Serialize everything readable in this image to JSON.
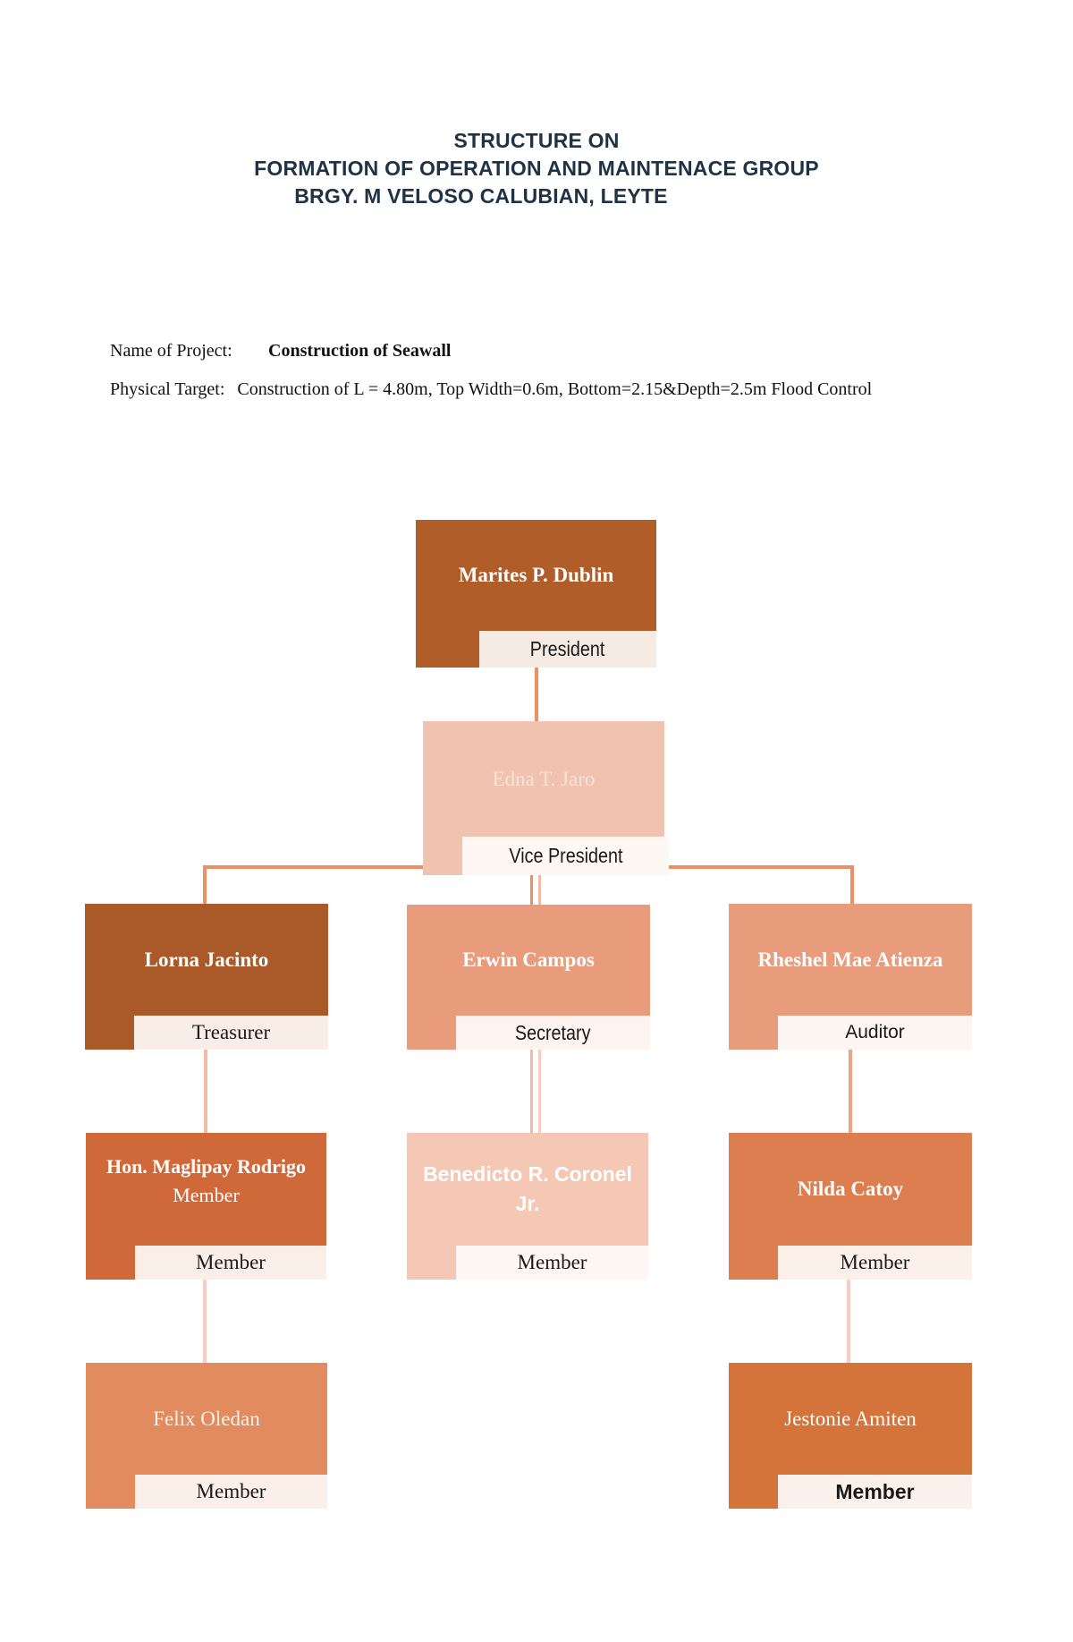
{
  "document": {
    "title_lines": [
      "STRUCTURE ON",
      "FORMATION OF OPERATION AND MAINTENACE GROUP",
      "BRGY. M VELOSO CALUBIAN, LEYTE"
    ],
    "project": {
      "name_label": "Name of Project:",
      "name_value": "Construction of Seawall",
      "target_label": "Physical Target:",
      "target_value": "Construction of L = 4.80m, Top Width=0.6m, Bottom=2.15&Depth=2.5m Flood Control"
    }
  },
  "org_chart": {
    "title_color": "#203245",
    "connector_colors": {
      "primary": "#EC8F63",
      "mid": "#EDA483",
      "light": "#F2B9A5",
      "lighter": "#F6CDBE"
    },
    "nodes": [
      {
        "level": 1,
        "name": "Marites P. Dublin",
        "role": "President",
        "fill": "#B05D2A",
        "strip_fill": "#F6EBE2",
        "name_color": "#FFFFFF"
      },
      {
        "level": 2,
        "name": "Edna T. Jaro",
        "role": "Vice President",
        "fill": "#EFC3B0",
        "strip_fill": "#FEF8F5",
        "name_color": "#F9E3D9"
      },
      {
        "level": 3,
        "name": "Lorna Jacinto",
        "role": "Treasurer",
        "fill": "#AA5928",
        "strip_fill": "#F8EEE7",
        "name_color": "#FFFFFF"
      },
      {
        "level": 3,
        "name": "Erwin Campos",
        "role": "Secretary",
        "fill": "#E99C7B",
        "strip_fill": "#FDF4F0",
        "name_color": "#FFFFFF"
      },
      {
        "level": 3,
        "name": "Rheshel Mae Atienza",
        "role": "Auditor",
        "fill": "#E99C7B",
        "strip_fill": "#FDF5F2",
        "name_color": "#FFFFFF"
      },
      {
        "level": 4,
        "name": "Hon. Maglipay Rodrigo",
        "subtitle": "Member",
        "role": "Member",
        "fill": "#D0693A",
        "strip_fill": "#F9EFE8",
        "name_color": "#FFFFFF"
      },
      {
        "level": 4,
        "name": "Benedicto R. Coronel Jr.",
        "role": "Member",
        "fill": "#F4C8B5",
        "strip_fill": "#FDF6F2",
        "name_color": "#FFFFFF"
      },
      {
        "level": 4,
        "name": "Nilda Catoy",
        "role": "Member",
        "fill": "#DD7E50",
        "strip_fill": "#FBF1EA",
        "name_color": "#FFFFFF"
      },
      {
        "level": 5,
        "name": "Felix Oledan",
        "role": "Member",
        "fill": "#E18B5E",
        "strip_fill": "#FAF0E9",
        "name_color": "#FCF1EA"
      },
      {
        "level": 5,
        "name": "Jestonie Amiten",
        "role": "Member",
        "fill": "#D5743A",
        "strip_fill": "#FAF1EC",
        "name_color": "#FFFFFF"
      }
    ]
  }
}
